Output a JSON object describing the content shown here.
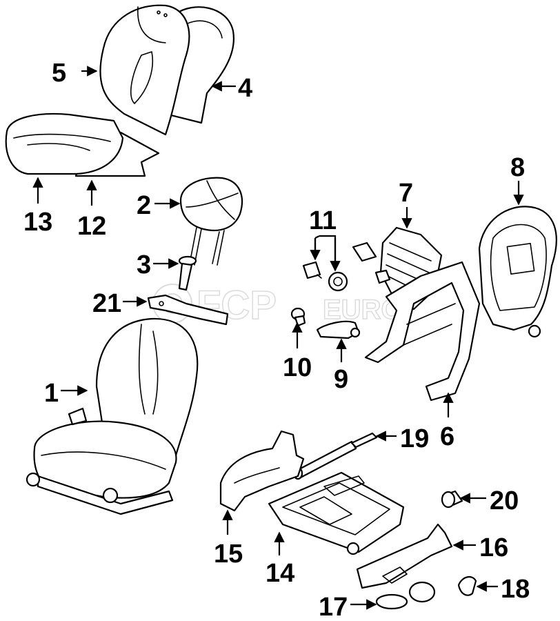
{
  "diagram": {
    "callouts": [
      {
        "id": "1",
        "label": "1"
      },
      {
        "id": "2",
        "label": "2"
      },
      {
        "id": "3",
        "label": "3"
      },
      {
        "id": "4",
        "label": "4"
      },
      {
        "id": "5",
        "label": "5"
      },
      {
        "id": "6",
        "label": "6"
      },
      {
        "id": "7",
        "label": "7"
      },
      {
        "id": "8",
        "label": "8"
      },
      {
        "id": "9",
        "label": "9"
      },
      {
        "id": "10",
        "label": "10"
      },
      {
        "id": "11",
        "label": "11"
      },
      {
        "id": "12",
        "label": "12"
      },
      {
        "id": "13",
        "label": "13"
      },
      {
        "id": "14",
        "label": "14"
      },
      {
        "id": "15",
        "label": "15"
      },
      {
        "id": "16",
        "label": "16"
      },
      {
        "id": "17",
        "label": "17"
      },
      {
        "id": "18",
        "label": "18"
      },
      {
        "id": "19",
        "label": "19"
      },
      {
        "id": "20",
        "label": "20"
      },
      {
        "id": "21",
        "label": "21"
      }
    ],
    "watermark": {
      "main": "FCP",
      "suffix": "EURO"
    }
  }
}
